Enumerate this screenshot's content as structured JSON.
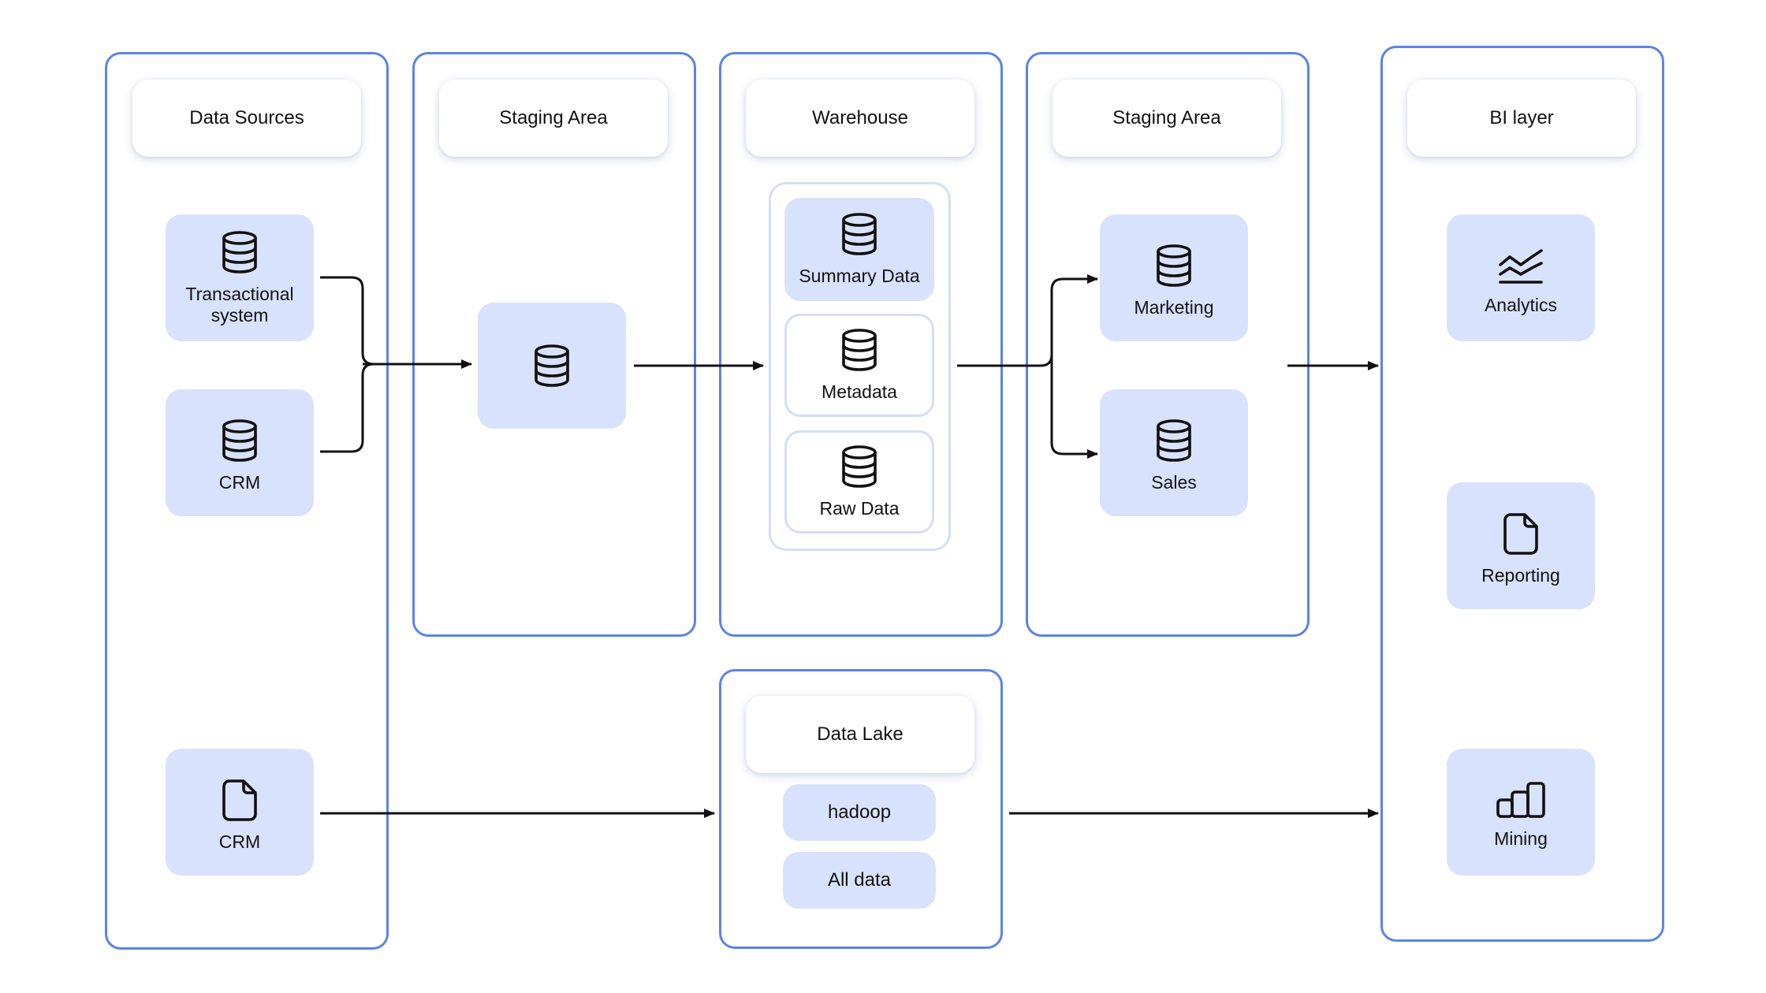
{
  "columns": {
    "data_sources": {
      "title": "Data Sources"
    },
    "staging_in": {
      "title": "Staging Area"
    },
    "warehouse": {
      "title": "Warehouse"
    },
    "staging_out": {
      "title": "Staging Area"
    },
    "bi_layer": {
      "title": "BI layer"
    },
    "data_lake": {
      "title": "Data Lake"
    }
  },
  "nodes": {
    "transactional": {
      "label": "Transactional\nsystem",
      "icon": "database-icon"
    },
    "crm_db": {
      "label": "CRM",
      "icon": "database-icon"
    },
    "crm_file": {
      "label": "CRM",
      "icon": "document-icon"
    },
    "staging_db": {
      "label": "",
      "icon": "database-icon"
    },
    "summary_data": {
      "label": "Summary Data",
      "icon": "database-icon"
    },
    "metadata": {
      "label": "Metadata",
      "icon": "database-icon"
    },
    "raw_data": {
      "label": "Raw Data",
      "icon": "database-icon"
    },
    "marketing": {
      "label": "Marketing",
      "icon": "database-icon"
    },
    "sales": {
      "label": "Sales",
      "icon": "database-icon"
    },
    "analytics": {
      "label": "Analytics",
      "icon": "analytics-icon"
    },
    "reporting": {
      "label": "Reporting",
      "icon": "document-icon"
    },
    "mining": {
      "label": "Mining",
      "icon": "bar-chart-icon"
    }
  },
  "data_lake_items": {
    "hadoop": "hadoop",
    "all_data": "All data"
  },
  "colors": {
    "column_border": "#5b83e8",
    "node_fill": "#d8e2fc",
    "group_border": "#d4def8",
    "line": "#111111"
  }
}
